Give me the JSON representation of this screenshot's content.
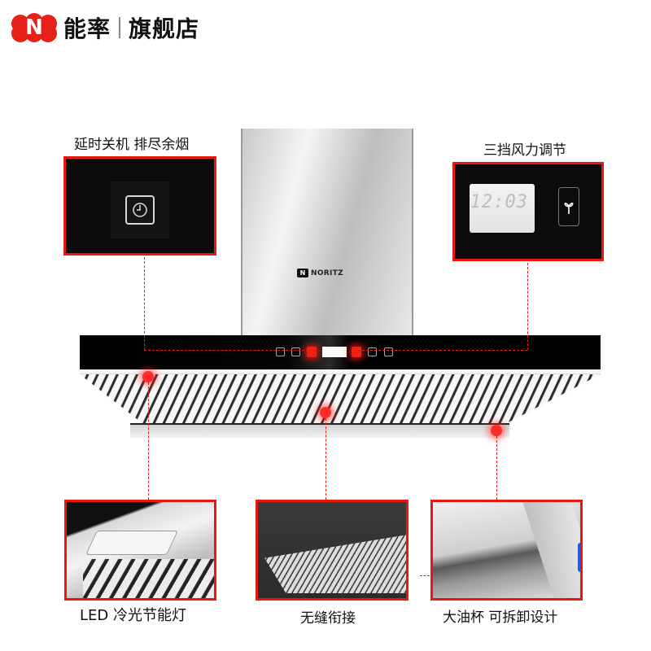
{
  "brand": {
    "logo_letter": "N",
    "name": "能率",
    "separator": "|",
    "store": "旗舰店",
    "accent_color": "#e62117"
  },
  "product": {
    "hood_logo_text": "NORITZ",
    "hood_logo_mark": "N"
  },
  "callouts": {
    "top_left": {
      "caption": "延时关机 排尽余烟",
      "icon": "timer-clock-icon"
    },
    "top_right": {
      "caption": "三挡风力调节",
      "display_value": "12:03",
      "icon": "fan-icon"
    },
    "bottom": [
      {
        "caption": "LED 冷光节能灯",
        "image": "led-light-closeup"
      },
      {
        "caption": "无缝衔接",
        "image": "seamless-filter-panel"
      },
      {
        "caption": "大油杯 可拆卸设计",
        "image": "removable-oil-cup"
      }
    ]
  },
  "colors": {
    "highlight_red": "#e8170f",
    "panel_black": "#0b0b0b"
  }
}
